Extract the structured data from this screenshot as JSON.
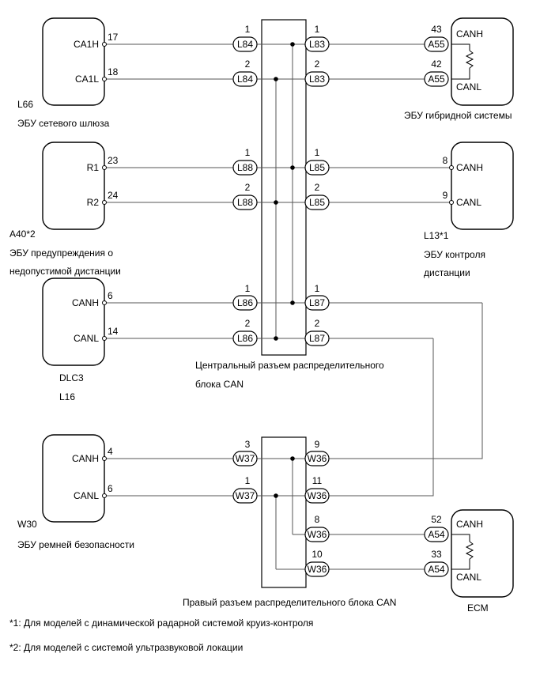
{
  "ecus": {
    "gateway": {
      "label_code": "L66",
      "name": "ЭБУ сетевого шлюза",
      "pins": [
        "CA1H",
        "CA1L"
      ],
      "pin_nums": [
        "17",
        "18"
      ]
    },
    "precollision": {
      "label_code": "A40*2",
      "name_l1": "ЭБУ предупреждения о",
      "name_l2": "недопустимой дистанции",
      "pins": [
        "R1",
        "R2"
      ],
      "pin_nums": [
        "23",
        "24"
      ]
    },
    "dlc3": {
      "label_code": "DLC3",
      "label_code2": "L16",
      "pins": [
        "CANH",
        "CANL"
      ],
      "pin_nums": [
        "6",
        "14"
      ]
    },
    "airbag": {
      "label_code": "W30",
      "name": "ЭБУ ремней безопасности",
      "pins": [
        "CANH",
        "CANL"
      ],
      "pin_nums": [
        "4",
        "6"
      ]
    },
    "hybrid": {
      "name": "ЭБУ гибридной системы",
      "pins": [
        "CANH",
        "CANL"
      ],
      "pin_nums": [
        "43",
        "42"
      ],
      "conn": "A55"
    },
    "distance": {
      "label_code": "L13*1",
      "name_l1": "ЭБУ контроля",
      "name_l2": "дистанции",
      "pins": [
        "CANH",
        "CANL"
      ],
      "pin_nums": [
        "8",
        "9"
      ]
    },
    "ecm": {
      "name": "ECM",
      "pins": [
        "CANH",
        "CANL"
      ],
      "pin_nums": [
        "52",
        "33"
      ],
      "conn": "A54"
    }
  },
  "connectors": {
    "L84": "L84",
    "L83": "L83",
    "L88": "L88",
    "L85": "L85",
    "L86": "L86",
    "L87": "L87",
    "W37": "W37",
    "W36": "W36"
  },
  "pins": {
    "l84": [
      "1",
      "2"
    ],
    "l83": [
      "1",
      "2"
    ],
    "l88": [
      "1",
      "2"
    ],
    "l85": [
      "1",
      "2"
    ],
    "l86": [
      "1",
      "2"
    ],
    "l87": [
      "1",
      "2"
    ],
    "w37": [
      "3",
      "1"
    ],
    "w36_top": [
      "9",
      "11"
    ],
    "w36_bottom": [
      "8",
      "10"
    ]
  },
  "labels": {
    "central_junction_l1": "Центральный разъем распределительного",
    "central_junction_l2": "блока CAN",
    "right_junction": "Правый разъем распределительного блока CAN"
  },
  "footnotes": {
    "note1": "*1: Для моделей с динамической радарной системой круиз-контроля",
    "note2": "*2: Для моделей с системой ультразвуковой локации"
  }
}
